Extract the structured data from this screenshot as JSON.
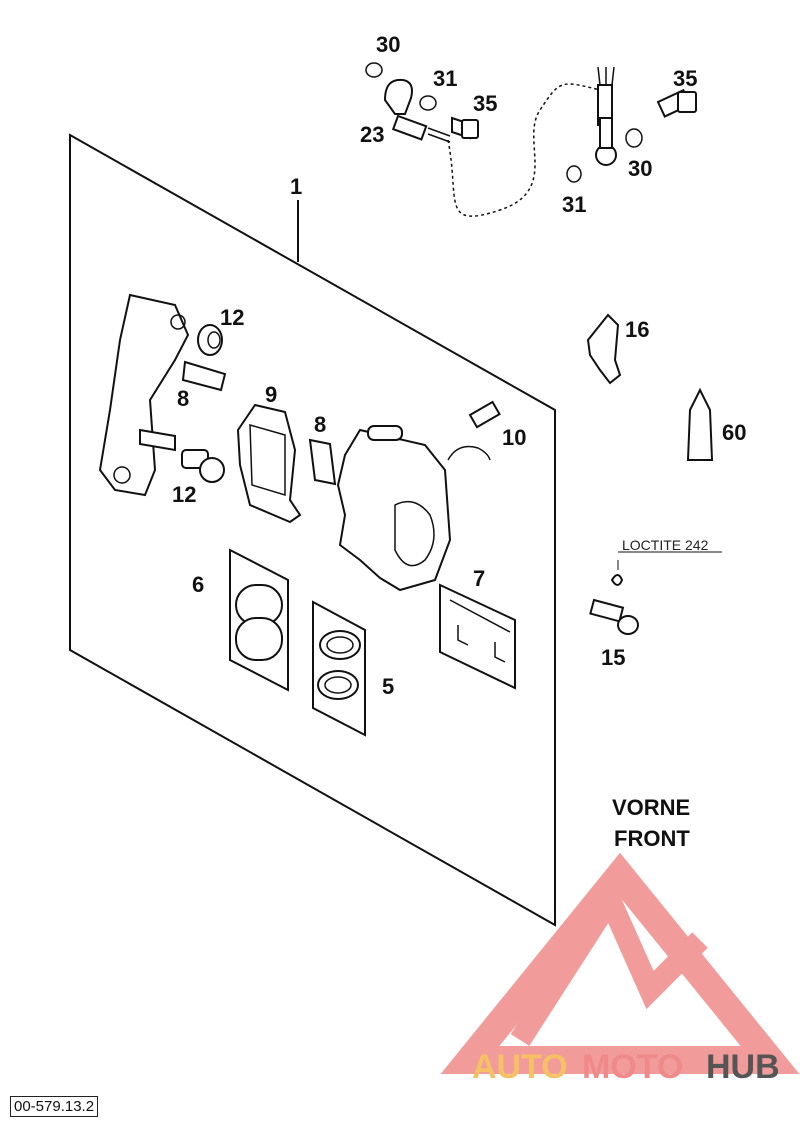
{
  "diagram": {
    "callouts": [
      {
        "id": "c30a",
        "label": "30"
      },
      {
        "id": "c31a",
        "label": "31"
      },
      {
        "id": "c35a",
        "label": "35"
      },
      {
        "id": "c23",
        "label": "23"
      },
      {
        "id": "c35b",
        "label": "35"
      },
      {
        "id": "c30b",
        "label": "30"
      },
      {
        "id": "c31b",
        "label": "31"
      },
      {
        "id": "c1",
        "label": "1"
      },
      {
        "id": "c12a",
        "label": "12"
      },
      {
        "id": "c8a",
        "label": "8"
      },
      {
        "id": "c9",
        "label": "9"
      },
      {
        "id": "c8b",
        "label": "8"
      },
      {
        "id": "c10",
        "label": "10"
      },
      {
        "id": "c12b",
        "label": "12"
      },
      {
        "id": "c16",
        "label": "16"
      },
      {
        "id": "c60",
        "label": "60"
      },
      {
        "id": "c6",
        "label": "6"
      },
      {
        "id": "c7",
        "label": "7"
      },
      {
        "id": "c5",
        "label": "5"
      },
      {
        "id": "c15",
        "label": "15"
      }
    ],
    "loctite_label": "LOCTITE 242",
    "front_label_de": "VORNE",
    "front_label_en": "FRONT",
    "drawing_number": "00-579.13.2"
  },
  "watermark": {
    "text_a": "AUTO",
    "text_b": "MOTO",
    "text_c": "HUB",
    "color_primary": "#f08a8a",
    "color_secondary": "#f6c064",
    "color_dark": "#555555"
  }
}
